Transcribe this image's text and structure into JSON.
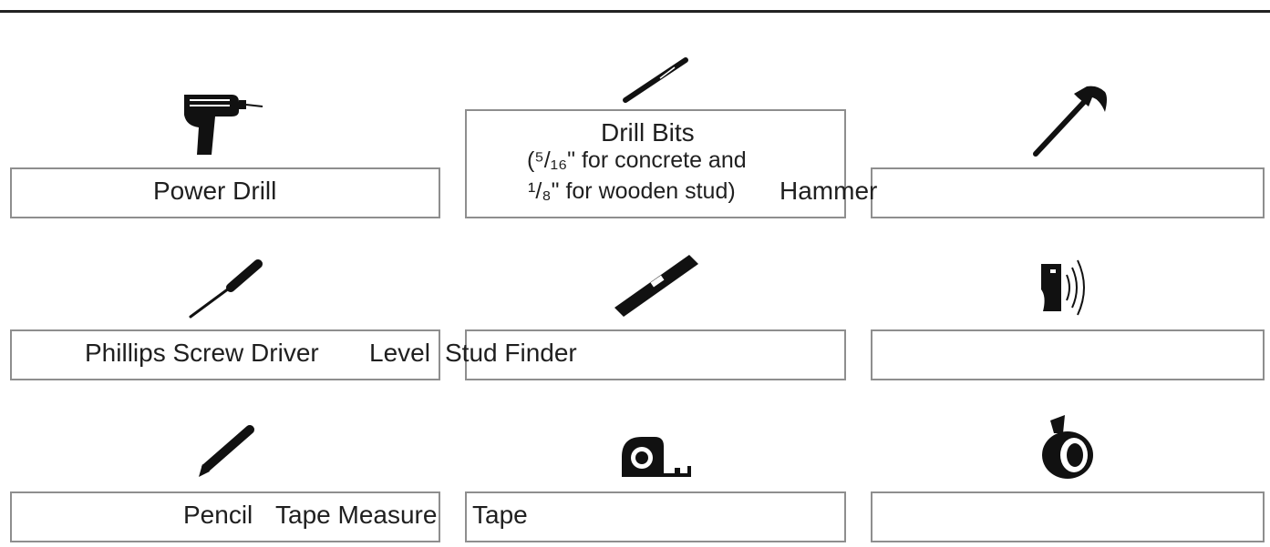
{
  "tools": [
    {
      "label": "Power Drill",
      "icon": "power-drill-icon"
    },
    {
      "label": "Drill Bits",
      "detail_line1": "(⁵/₁₆\" for concrete and",
      "detail_line2": "¹/₈\" for wooden stud)",
      "icon": "drill-bit-icon"
    },
    {
      "label": "Hammer",
      "icon": "hammer-icon"
    },
    {
      "label": "Phillips Screw Driver",
      "icon": "screwdriver-icon"
    },
    {
      "label": "Level",
      "icon": "level-icon"
    },
    {
      "label": "Stud Finder",
      "icon": "stud-finder-icon"
    },
    {
      "label": "Pencil",
      "icon": "pencil-icon"
    },
    {
      "label": "Tape Measure",
      "icon": "tape-measure-icon"
    },
    {
      "label": "Tape",
      "icon": "tape-roll-icon"
    }
  ],
  "colors": {
    "rule": "#222222",
    "box_border": "#8e8e8e",
    "icon": "#111111",
    "text": "#1f1f1f"
  }
}
